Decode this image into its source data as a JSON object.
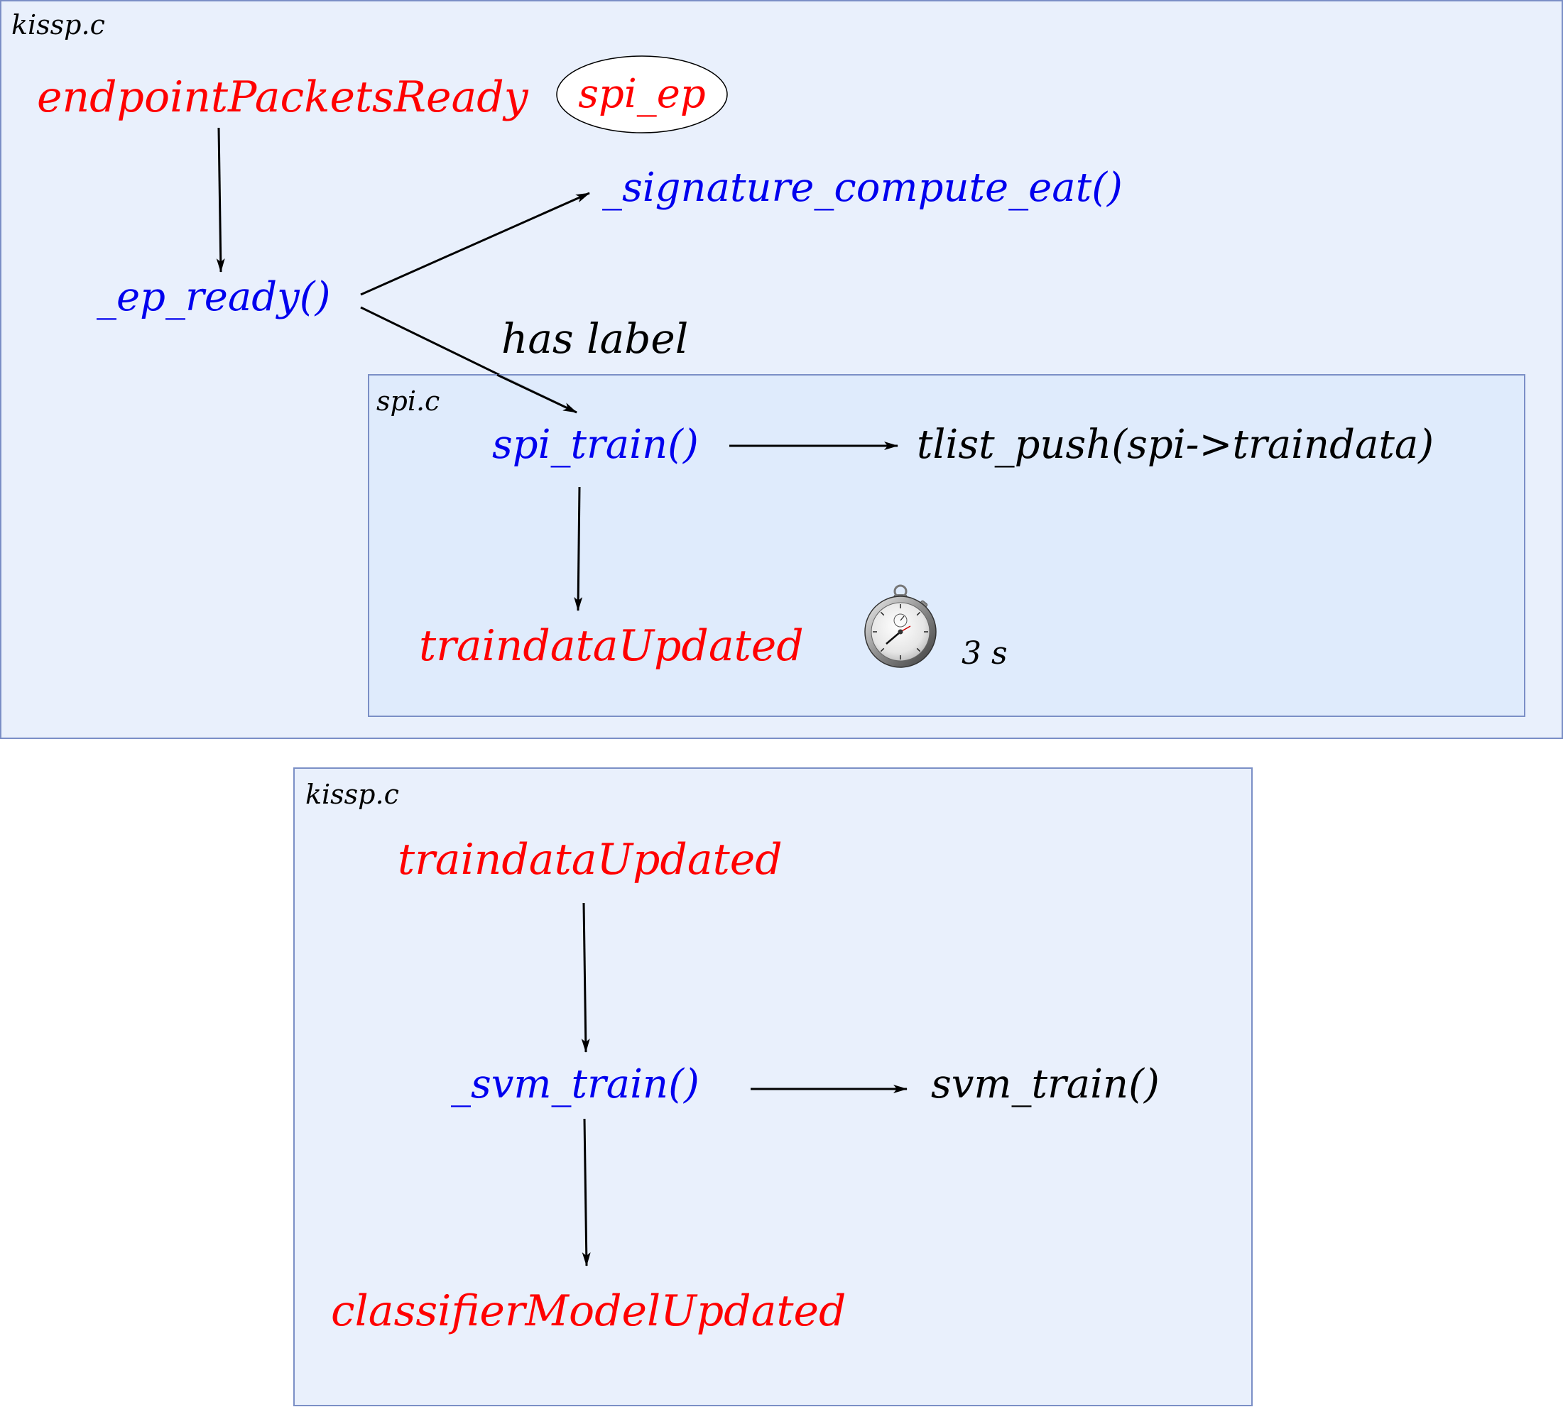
{
  "colors": {
    "event": "#ff0000",
    "function": "#0000ee",
    "plain": "#000000",
    "box_fill_outer": "#e9f0fc",
    "box_fill_inner": "#ddeafb",
    "box_stroke": "#7b8fc6"
  },
  "top_box": {
    "label": "kissp.c",
    "event_endpoint": "endpointPacketsReady",
    "badge": "spi_ep",
    "fn_ep_ready": "_ep_ready()",
    "fn_signature": "_signature_compute_eat()",
    "edge_label": "has label",
    "inner_box": {
      "label": "spi.c",
      "fn_spi_train": "spi_train()",
      "call_tlist": "tlist_push(spi->traindata)",
      "event_traindata": "traindataUpdated",
      "timer_icon": "stopwatch-icon",
      "timer_value": "3 s"
    }
  },
  "bottom_box": {
    "label": "kissp.c",
    "event_traindata": "traindataUpdated",
    "fn_svm_train_internal": "_svm_train()",
    "call_svm_train": "svm_train()",
    "event_classifier": "classifierModelUpdated"
  }
}
